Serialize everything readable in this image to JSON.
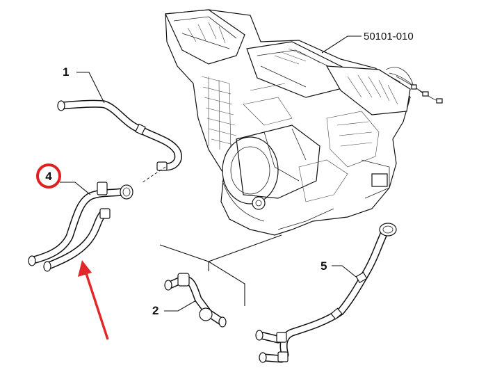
{
  "diagram": {
    "assembly_ref": "50101-010",
    "callouts": [
      {
        "id": "1",
        "label": "1",
        "highlighted": false
      },
      {
        "id": "2",
        "label": "2",
        "highlighted": false
      },
      {
        "id": "4",
        "label": "4",
        "highlighted": true
      },
      {
        "id": "5",
        "label": "5",
        "highlighted": false
      }
    ],
    "highlight_color": "#e02020",
    "arrow_color": "#e02828"
  }
}
